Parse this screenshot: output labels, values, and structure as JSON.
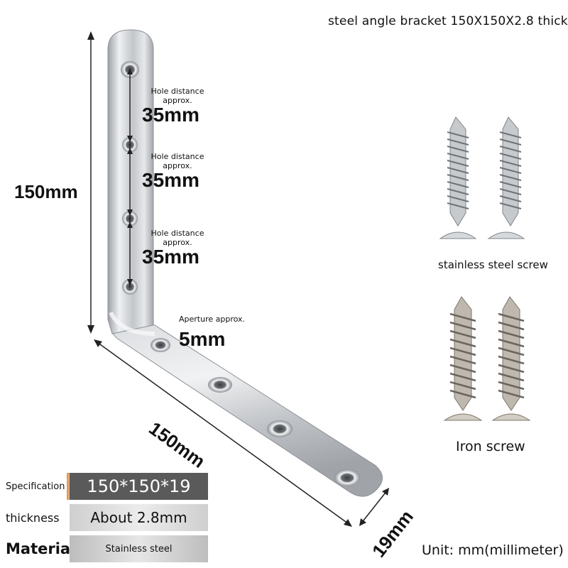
{
  "title": "steel angle bracket 150X150X2.8 thick",
  "dimensions": {
    "height": "150mm",
    "length": "150mm",
    "width": "19mm"
  },
  "hole_distances": [
    {
      "label": "Hole distance",
      "approx": "approx.",
      "value": "35mm"
    },
    {
      "label": "Hole distance",
      "approx": "approx.",
      "value": "35mm"
    },
    {
      "label": "Hole distance",
      "approx": "approx.",
      "value": "35mm"
    }
  ],
  "aperture": {
    "label": "Aperture approx.",
    "value": "5mm"
  },
  "screws": [
    {
      "label": "stainless steel screw"
    },
    {
      "label": "Iron screw"
    }
  ],
  "specs": [
    {
      "key": "Specification",
      "value": "150*150*19"
    },
    {
      "key": "thickness",
      "value": "About 2.8mm"
    },
    {
      "key": "Material",
      "value": "Stainless steel"
    }
  ],
  "unit": "Unit: mm(millimeter)",
  "colors": {
    "accent_orange": "#f07a1a",
    "spec_gray": "#5a5a5a",
    "steel": "#c9ccd0"
  }
}
